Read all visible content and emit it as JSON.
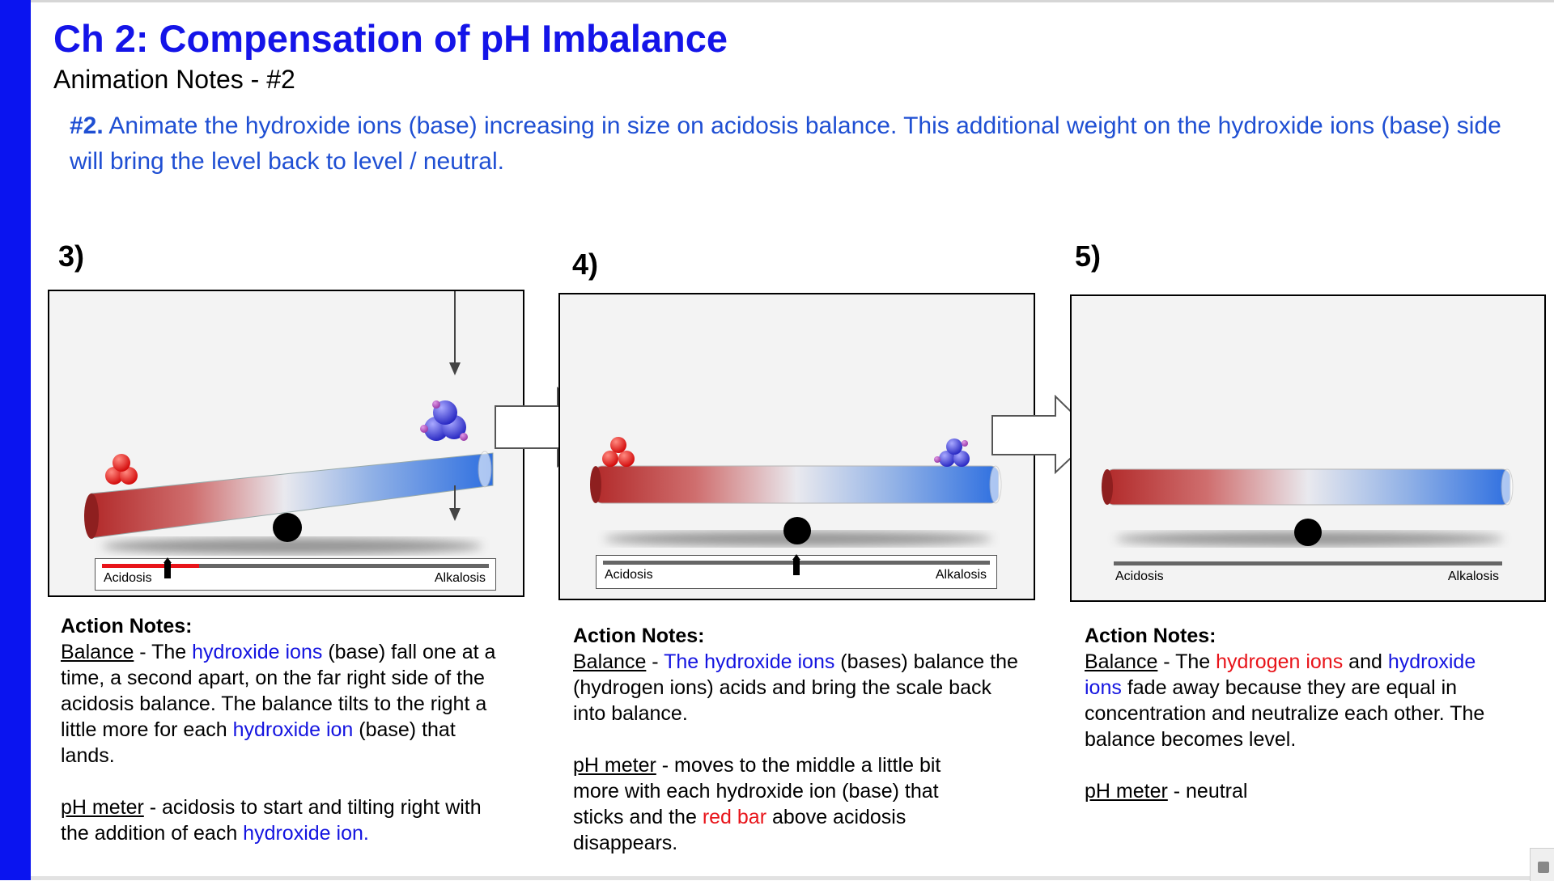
{
  "header": {
    "title": "Ch 2:  Compensation of pH Imbalance",
    "subtitle": "Animation Notes - #2",
    "intro_num": "#2.",
    "intro_text": "Animate the hydroxide ions (base) increasing in size on acidosis balance.  This additional weight on the hydroxide ions (base) side will bring the level back to level / neutral."
  },
  "colors": {
    "accent_bar": "#0a14f0",
    "title": "#1414e8",
    "intro": "#1f4fd3",
    "highlight_blue": "#1414e0",
    "highlight_red": "#e8141a",
    "acid_ion": "#e01010",
    "base_ion": "#3d3dd8"
  },
  "icons": [
    "arrow-right-icon",
    "arrow-down-icon",
    "hydrogen-ion-cluster-icon",
    "hydroxide-ion-cluster-icon",
    "fulcrum-icon",
    "meter-needle-icon"
  ],
  "steps": [
    {
      "number": "3)",
      "meter": {
        "left_label": "Acidosis",
        "right_label": "Alkalosis",
        "red_bar": true,
        "needle_fraction": 0.17
      },
      "notes": {
        "heading": "Action Notes:",
        "balance_label": "Balance",
        "b1": " - The ",
        "b2": "hydroxide ions",
        "b3": " (base) fall one at a time, a second apart,  on the far right side of the acidosis balance.  The balance tilts to the right a little more for each ",
        "b4": "hydroxide ion",
        "b5": " (base) that lands.",
        "meter_label": "pH meter",
        "m1": " - acidosis to start and tilting right with the addition of each ",
        "m2": "hydroxide ion."
      }
    },
    {
      "number": "4)",
      "meter": {
        "left_label": "Acidosis",
        "right_label": "Alkalosis",
        "red_bar": false,
        "needle_fraction": 0.5
      },
      "notes": {
        "heading": "Action Notes:",
        "balance_label": "Balance",
        "b1": " - ",
        "b2": "The hydroxide ions",
        "b3": " (bases) balance the (hydrogen ions) acids and bring the scale back into balance.",
        "meter_label": "pH meter",
        "m1": " - moves to the middle a little bit more with each hydroxide ion (base) that sticks and the ",
        "m2": "red bar",
        "m3": " above acidosis disappears."
      }
    },
    {
      "number": "5)",
      "meter": {
        "left_label": "Acidosis",
        "right_label": "Alkalosis"
      },
      "notes": {
        "heading": "Action Notes:",
        "balance_label": "Balance",
        "b1": " - The ",
        "b2": "hydrogen ions",
        "b3": " and ",
        "b4": "hydroxide ions",
        "b5": " fade away because they are equal in concentration and neutralize each other. The balance becomes level.",
        "meter_label": "pH meter",
        "m1": " - neutral"
      }
    }
  ]
}
